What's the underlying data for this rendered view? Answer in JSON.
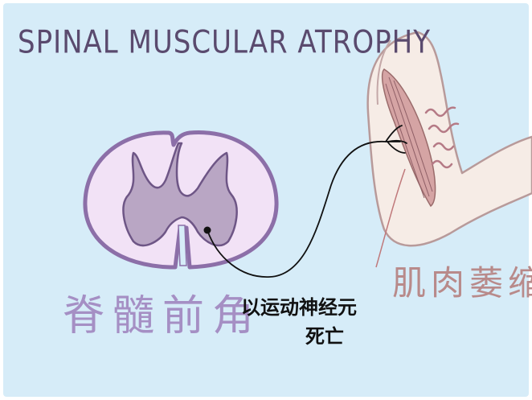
{
  "title": "SPINAL MUSCULAR ATROPHY",
  "labels": {
    "spinal_cord_anterior_horn": "脊髓前角",
    "muscle_atrophy": "肌肉萎缩",
    "motor_neuron_line1": "以运动神经元",
    "motor_neuron_line2": "死亡"
  },
  "colors": {
    "background": "#d6ecf8",
    "cord_outline": "#8c6fa8",
    "cord_white_matter": "#f2e2f6",
    "cord_grey_matter": "#b9a6c4",
    "arm_skin": "#f6ece6",
    "muscle": "#d5a4a4",
    "twitch": "#b57a86",
    "nerve": "#111111"
  }
}
